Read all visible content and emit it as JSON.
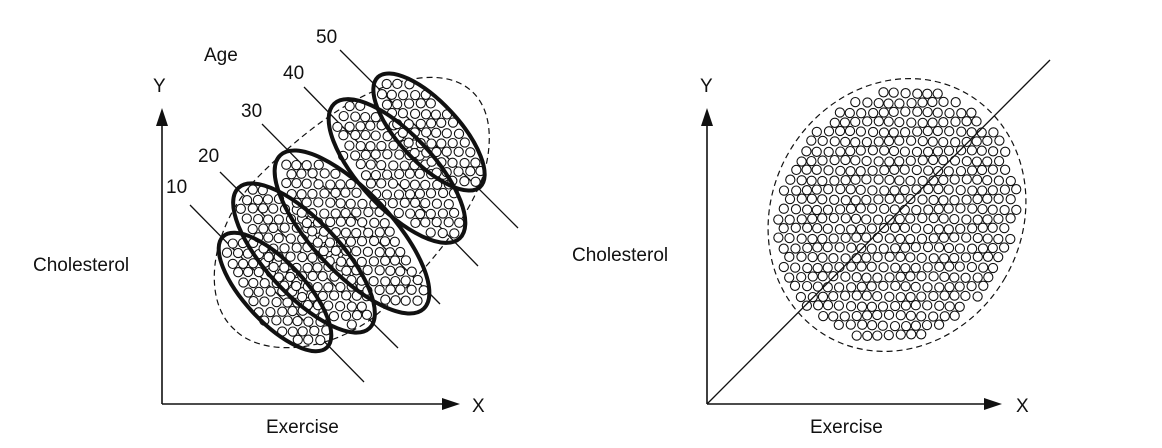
{
  "left_panel": {
    "y_axis_label": "Y",
    "x_axis_label": "X",
    "y_variable": "Cholesterol",
    "x_variable": "Exercise",
    "age_heading": "Age",
    "age_groups": [
      "10",
      "20",
      "30",
      "40",
      "50"
    ]
  },
  "right_panel": {
    "y_axis_label": "Y",
    "x_axis_label": "X",
    "y_variable": "Cholesterol",
    "x_variable": "Exercise"
  },
  "colors": {
    "ink": "#111111",
    "background": "#ffffff"
  }
}
